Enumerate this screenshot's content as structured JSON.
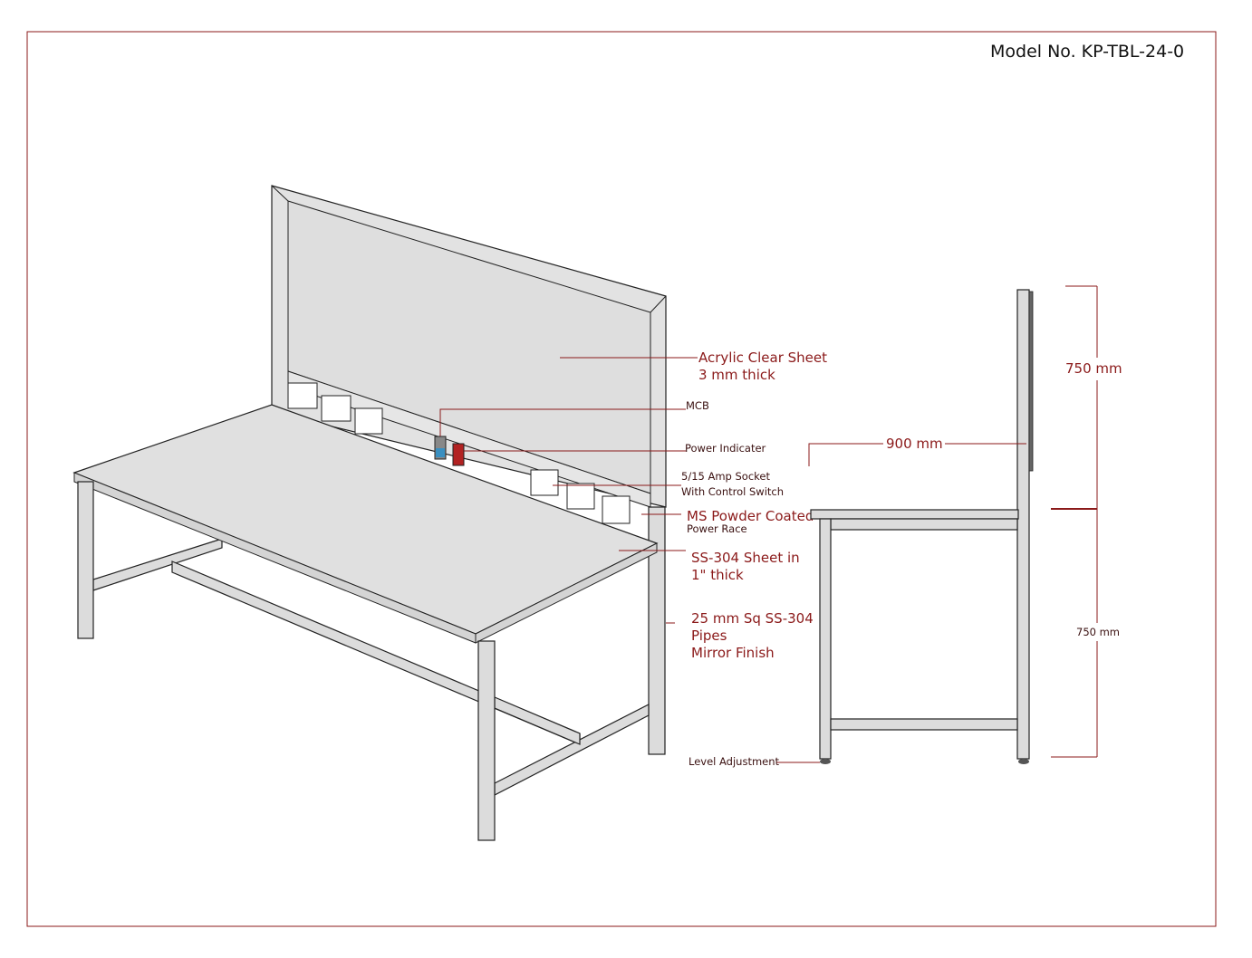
{
  "model_no": "Model No. KP-TBL-24-0",
  "labels": {
    "acrylic_1": "Acrylic Clear Sheet",
    "acrylic_2": "3 mm thick",
    "mcb": "MCB",
    "power_indicator": "Power Indicater",
    "socket_1": "5/15 Amp Socket",
    "socket_2": "With Control Switch",
    "power_race_1": "MS Powder Coated",
    "power_race_2": "Power Race",
    "sheet_1": "SS-304 Sheet in",
    "sheet_2": "1\" thick",
    "pipes_1": "25 mm Sq SS-304",
    "pipes_2": "Pipes",
    "pipes_3": "Mirror Finish",
    "level": "Level Adjustment"
  },
  "dimensions": {
    "width": "900 mm",
    "upper_height": "750 mm",
    "lower_height": "750 mm"
  },
  "colors": {
    "accent": "#8b1a1a",
    "mcb": "#3a8fc0",
    "indicator": "#b22222"
  }
}
